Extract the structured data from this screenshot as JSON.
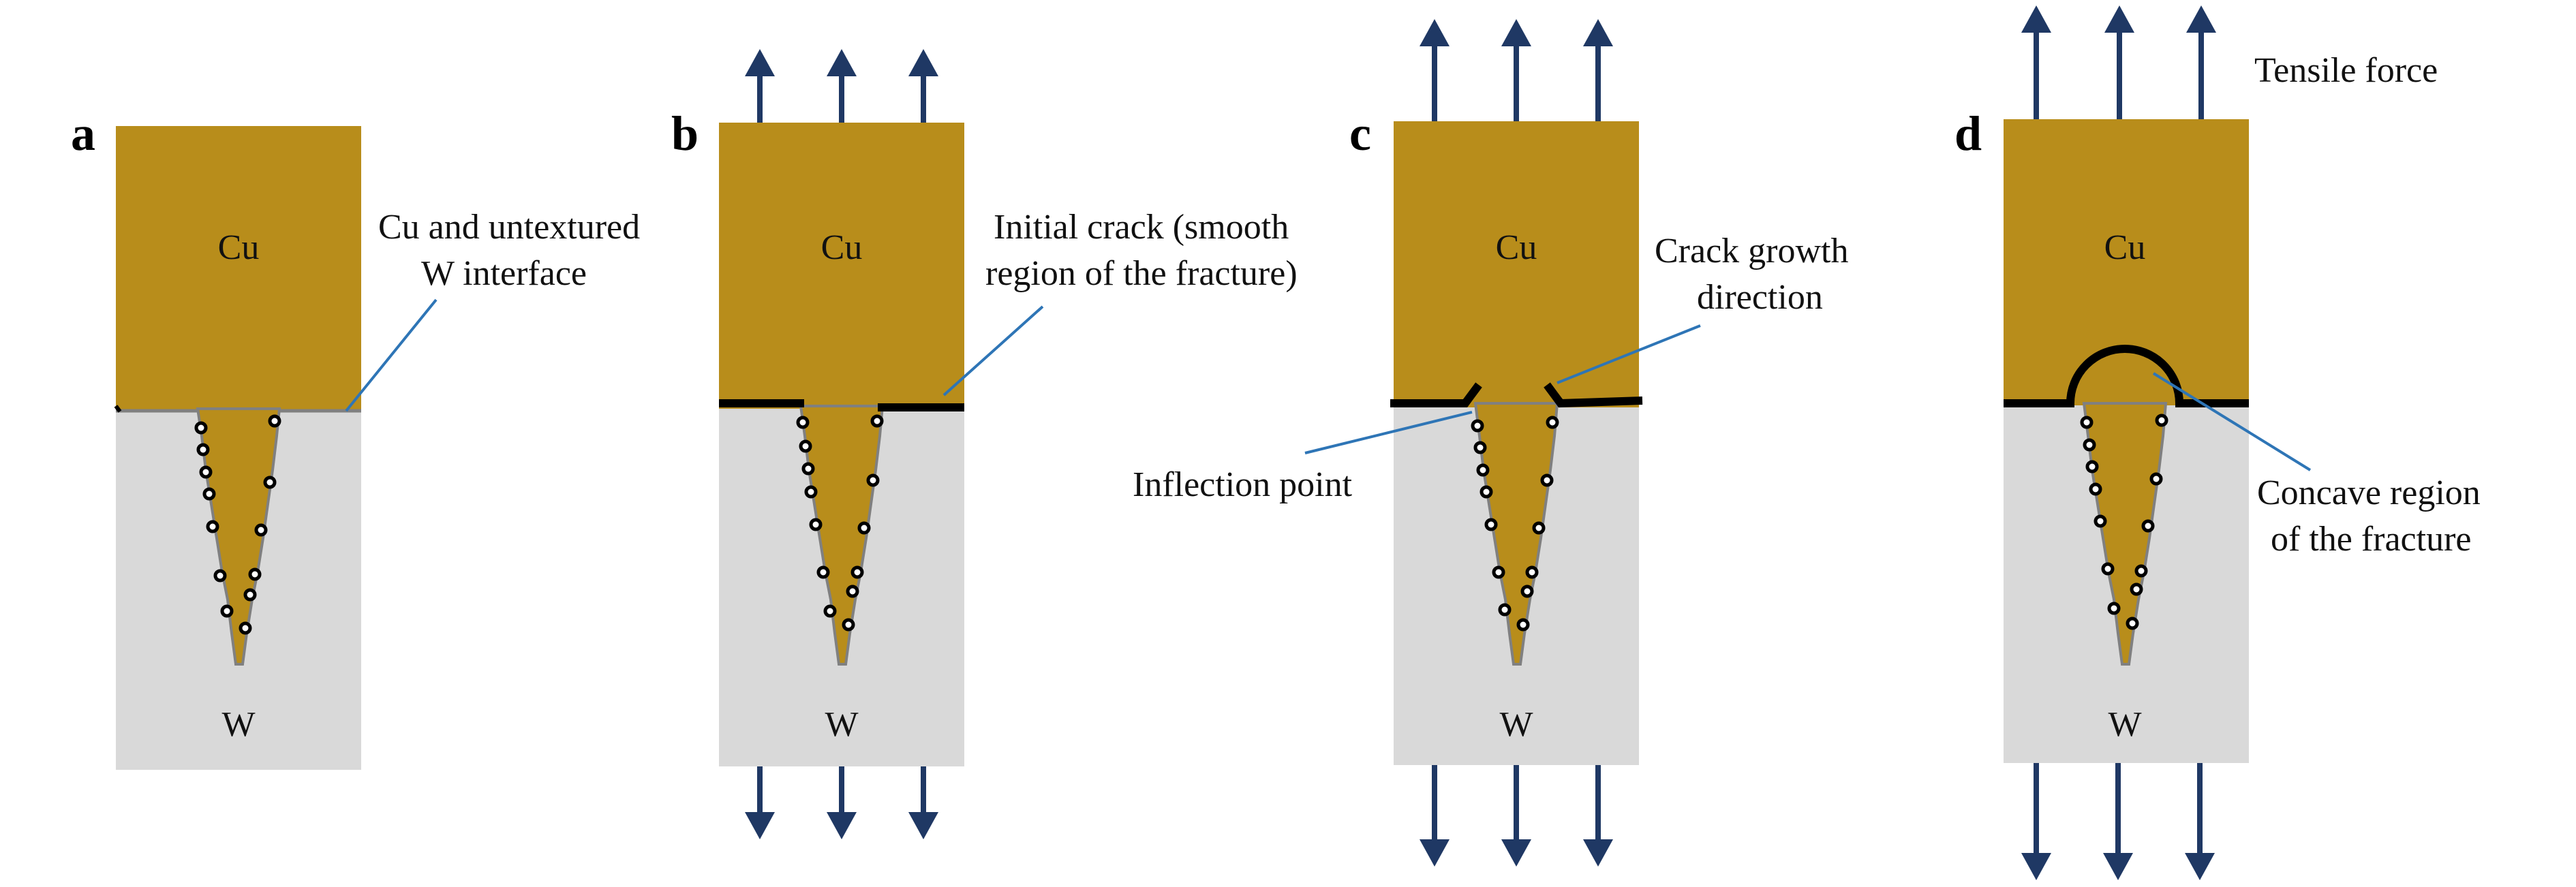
{
  "colors": {
    "copper": "#B88D1B",
    "tungsten": "#D9D9D9",
    "arrow": "#1F3864",
    "leader": "#2E75B6",
    "crack": "#000000",
    "interface": "#808080"
  },
  "materials": {
    "top": "Cu",
    "bottom": "W"
  },
  "panels": [
    {
      "letter": "a",
      "annotations": [
        {
          "lines": [
            "Cu and untextured",
            "W interface"
          ]
        }
      ]
    },
    {
      "letter": "b",
      "annotations": [
        {
          "lines": [
            "Initial crack (smooth",
            "region of the fracture)"
          ]
        }
      ]
    },
    {
      "letter": "c",
      "annotations": [
        {
          "lines": [
            "Crack growth",
            "direction"
          ]
        },
        {
          "lines": [
            "Inflection point"
          ]
        }
      ]
    },
    {
      "letter": "d",
      "annotations": [
        {
          "lines": [
            "Concave region",
            "of the fracture"
          ]
        },
        {
          "lines": [
            "Tensile force"
          ]
        }
      ]
    }
  ]
}
